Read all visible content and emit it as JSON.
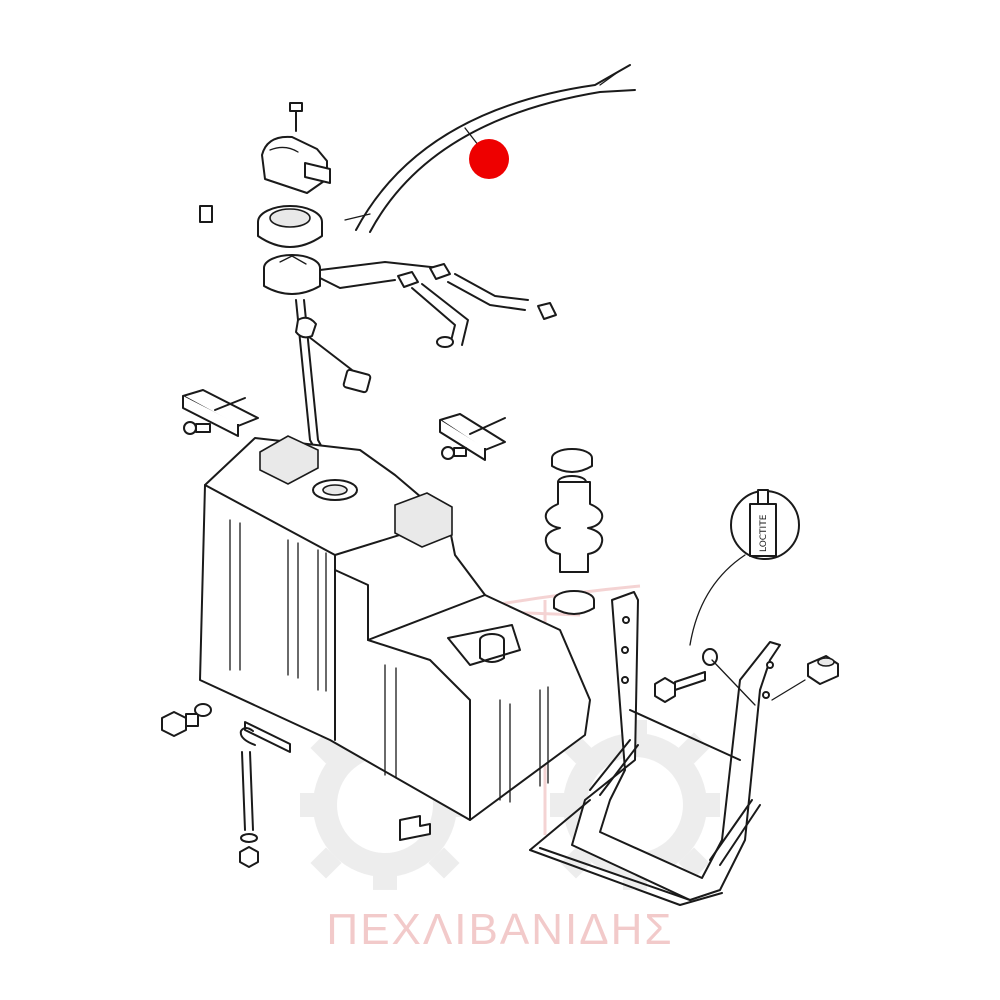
{
  "watermark": {
    "text": "ΠΕΧΛΙΒΑΝΙΔΗΣ",
    "color": "#e8a0a0"
  },
  "marker": {
    "color": "#ee0000",
    "target_part": "wire-harness"
  },
  "sealant_tube_label": "LOCTITE",
  "line_color": "#1a1a1a"
}
